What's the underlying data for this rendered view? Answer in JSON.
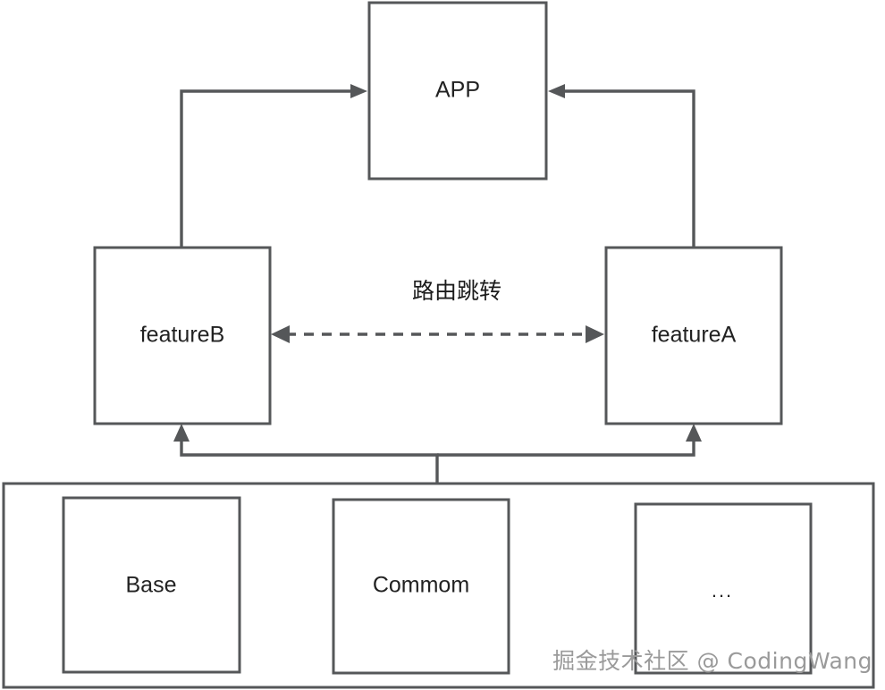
{
  "diagram": {
    "title": "APP feature module architecture",
    "colors": {
      "stroke": "#555759",
      "text": "#222222",
      "background": "#ffffff",
      "watermark": "#9a9a9a"
    },
    "nodes": {
      "app": {
        "label": "APP"
      },
      "feature_b": {
        "label": "featureB"
      },
      "feature_a": {
        "label": "featureA"
      },
      "base": {
        "label": "Base"
      },
      "common": {
        "label": "Commom"
      },
      "ellipsis": {
        "label": "..."
      }
    },
    "edges": {
      "feature_b_to_app": {
        "label": ""
      },
      "feature_a_to_app": {
        "label": ""
      },
      "route_jump": {
        "label": "路由跳转",
        "style": "dashed",
        "direction": "bidirectional"
      },
      "library_to_features": {
        "label": ""
      }
    }
  },
  "watermark": {
    "text": "掘金技术社区 @ CodingWang"
  }
}
